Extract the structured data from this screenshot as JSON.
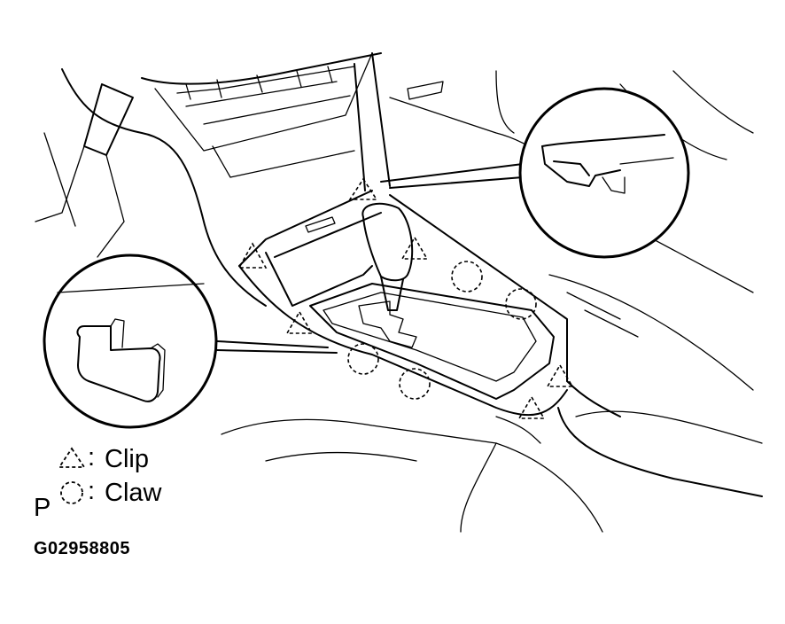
{
  "legend": {
    "clip_label": "Clip",
    "claw_label": "Claw",
    "clip_symbol": "dashed-triangle-icon",
    "claw_symbol": "dashed-circle-icon"
  },
  "marker_letter": "P",
  "figure_code": "G02958805",
  "colors": {
    "ink": "#000000",
    "paper": "#ffffff"
  }
}
